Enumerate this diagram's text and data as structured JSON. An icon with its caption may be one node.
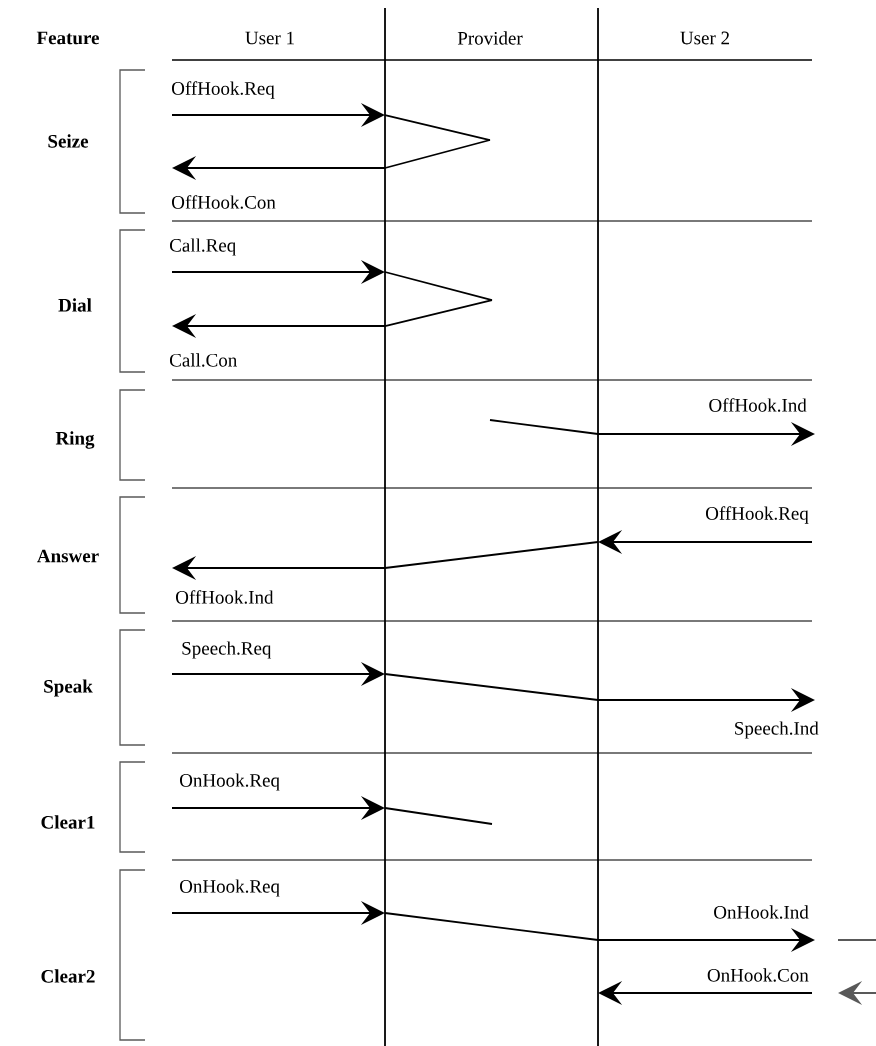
{
  "diagram": {
    "nodes": [
      {
        "text": [],
        "shape": "bar"
      },
      {
        "text": [],
        "shape": "bar"
      }
    ],
    "edges": [
      {
        "from": null,
        "to": 0,
        "arrow": "to",
        "label": "OffHook.Req"
      },
      {
        "from": 0,
        "to": null,
        "arrow": "to",
        "label": "OffHook.Con"
      },
      {
        "from": 0,
        "to": null,
        "arrow": "none"
      },
      {
        "from": 0,
        "to": null,
        "arrow": "none"
      },
      {
        "from": null,
        "to": 0,
        "arrow": "to",
        "label": "Call.Req"
      },
      {
        "from": 0,
        "to": null,
        "arrow": "to",
        "label": "Call.Con"
      },
      {
        "from": 0,
        "to": null,
        "arrow": "none"
      },
      {
        "from": 0,
        "to": null,
        "arrow": "none"
      },
      {
        "from": null,
        "to": 1,
        "arrow": "none"
      },
      {
        "from": 1,
        "to": null,
        "arrow": "to",
        "label": "OffHook.Ind"
      },
      {
        "from": null,
        "to": 1,
        "arrow": "to",
        "label": "OffHook.Req"
      },
      {
        "from": 1,
        "to": 0,
        "arrow": "none"
      },
      {
        "from": 0,
        "to": null,
        "arrow": "to",
        "label": "OffHook.Ind"
      },
      {
        "from": null,
        "to": 0,
        "arrow": "to",
        "label": "Speech.Req"
      },
      {
        "from": 0,
        "to": 1,
        "arrow": "none"
      },
      {
        "from": 1,
        "to": null,
        "arrow": "to",
        "label": "Speech.Ind"
      },
      {
        "from": null,
        "to": 0,
        "arrow": "to",
        "label": "OnHook.Req"
      },
      {
        "from": 0,
        "to": null,
        "arrow": "none"
      },
      {
        "from": null,
        "to": 0,
        "arrow": "to",
        "label": "OnHook.Req"
      },
      {
        "from": 0,
        "to": 1,
        "arrow": "none"
      },
      {
        "from": 1,
        "to": null,
        "arrow": "to",
        "label": "OnHook.Ind"
      },
      {
        "from": null,
        "to": 1,
        "arrow": "to",
        "label": "OnHook.Con"
      }
    ],
    "labels": [
      "Feature",
      "User 1",
      "Provider",
      "User 2",
      "Seize",
      "Dial",
      "Ring",
      "Answer",
      "Speak",
      "Clear1",
      "Clear2"
    ]
  }
}
